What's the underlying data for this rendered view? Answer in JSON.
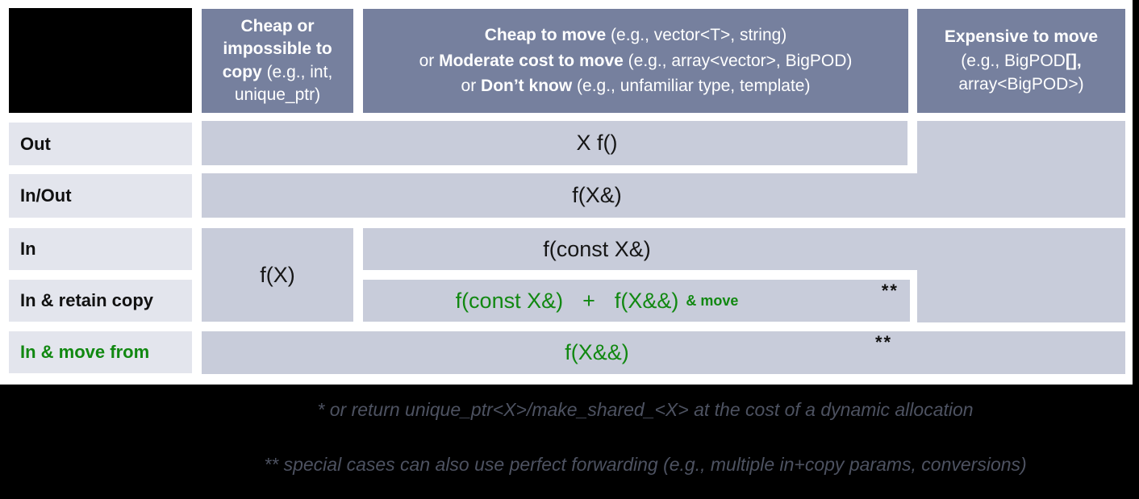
{
  "colors": {
    "header_bg": "#76809e",
    "cell_bg": "#c8ccda",
    "label_bg": "#e3e5ed",
    "green_text": "#118811",
    "footnote_text": "#4d5261",
    "corner_and_footer_bg": "#000000"
  },
  "headers": {
    "col1": {
      "bold": "Cheap or impossible to copy",
      "rest": " (e.g., int, unique_ptr)"
    },
    "col2": {
      "line1_bold": "Cheap to move",
      "line1_rest": " (e.g., vector<T>, string)",
      "line2_prefix": "or ",
      "line2_bold": "Moderate cost to move",
      "line2_rest": " (e.g., array<vector>, BigPOD)",
      "line3_prefix": "or ",
      "line3_bold": "Don’t know",
      "line3_rest": " (e.g., unfamiliar type, template)"
    },
    "col3": {
      "line1_bold": "Expensive to move",
      "line2_a": "(e.g., BigPOD",
      "line2_bold": "[],",
      "line3": "array<BigPOD>)"
    }
  },
  "rows": {
    "out": "Out",
    "inout": "In/Out",
    "in": "In",
    "retain": "In & retain copy",
    "movefrom": "In & move from"
  },
  "cells": {
    "out": "X f()",
    "inout": "f(X&)",
    "in_value": "f(X)",
    "in_constref": "f(const X&)",
    "retain_first": "f(const X&)",
    "retain_plus": "+",
    "retain_second": "f(X&&)",
    "retain_suffix": "& move",
    "retain_footmark": "**",
    "movefrom": "f(X&&)",
    "movefrom_footmark": "**"
  },
  "footnotes": {
    "line1": "* or return unique_ptr<X>/make_shared_<X> at the cost of a dynamic allocation",
    "line2": "** special cases can also use perfect forwarding (e.g., multiple in+copy params, conversions)"
  }
}
